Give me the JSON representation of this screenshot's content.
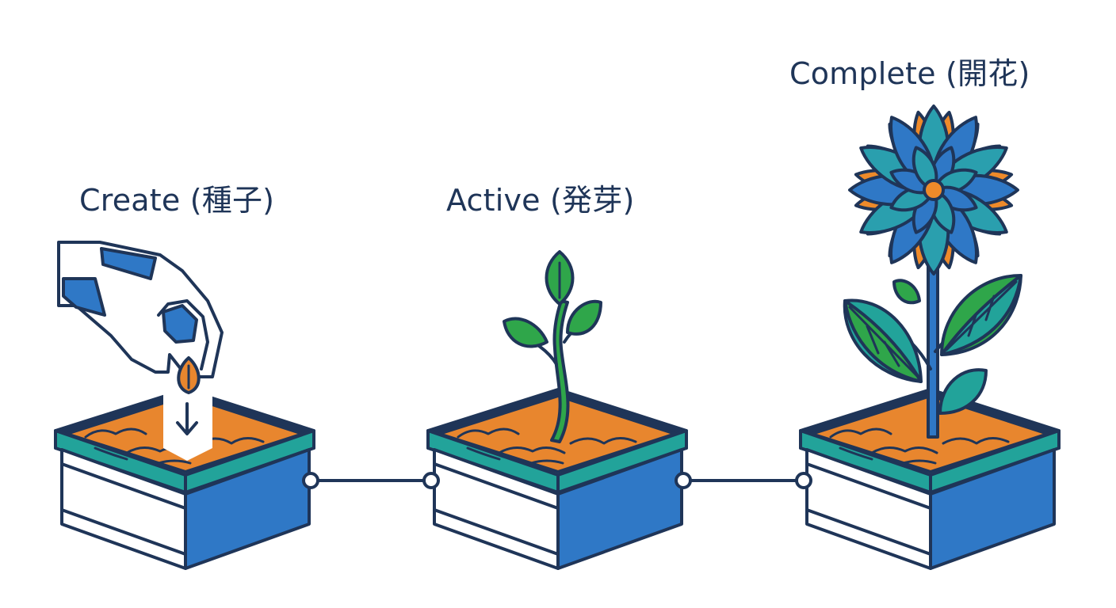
{
  "stages": [
    {
      "id": "create",
      "label": "Create (種子)",
      "icon": "hand-planting-seed-icon"
    },
    {
      "id": "active",
      "label": "Active (発芽)",
      "icon": "sprout-icon"
    },
    {
      "id": "complete",
      "label": "Complete (開花)",
      "icon": "flower-icon"
    }
  ],
  "colors": {
    "outline": "#1f3558",
    "box_blue": "#2f78c6",
    "rim_teal": "#22a39a",
    "soil": "#e8862e",
    "leaf_green": "#2fa64a",
    "petal_teal": "#2a9fae",
    "petal_orange": "#ee8a2a",
    "white": "#ffffff"
  }
}
